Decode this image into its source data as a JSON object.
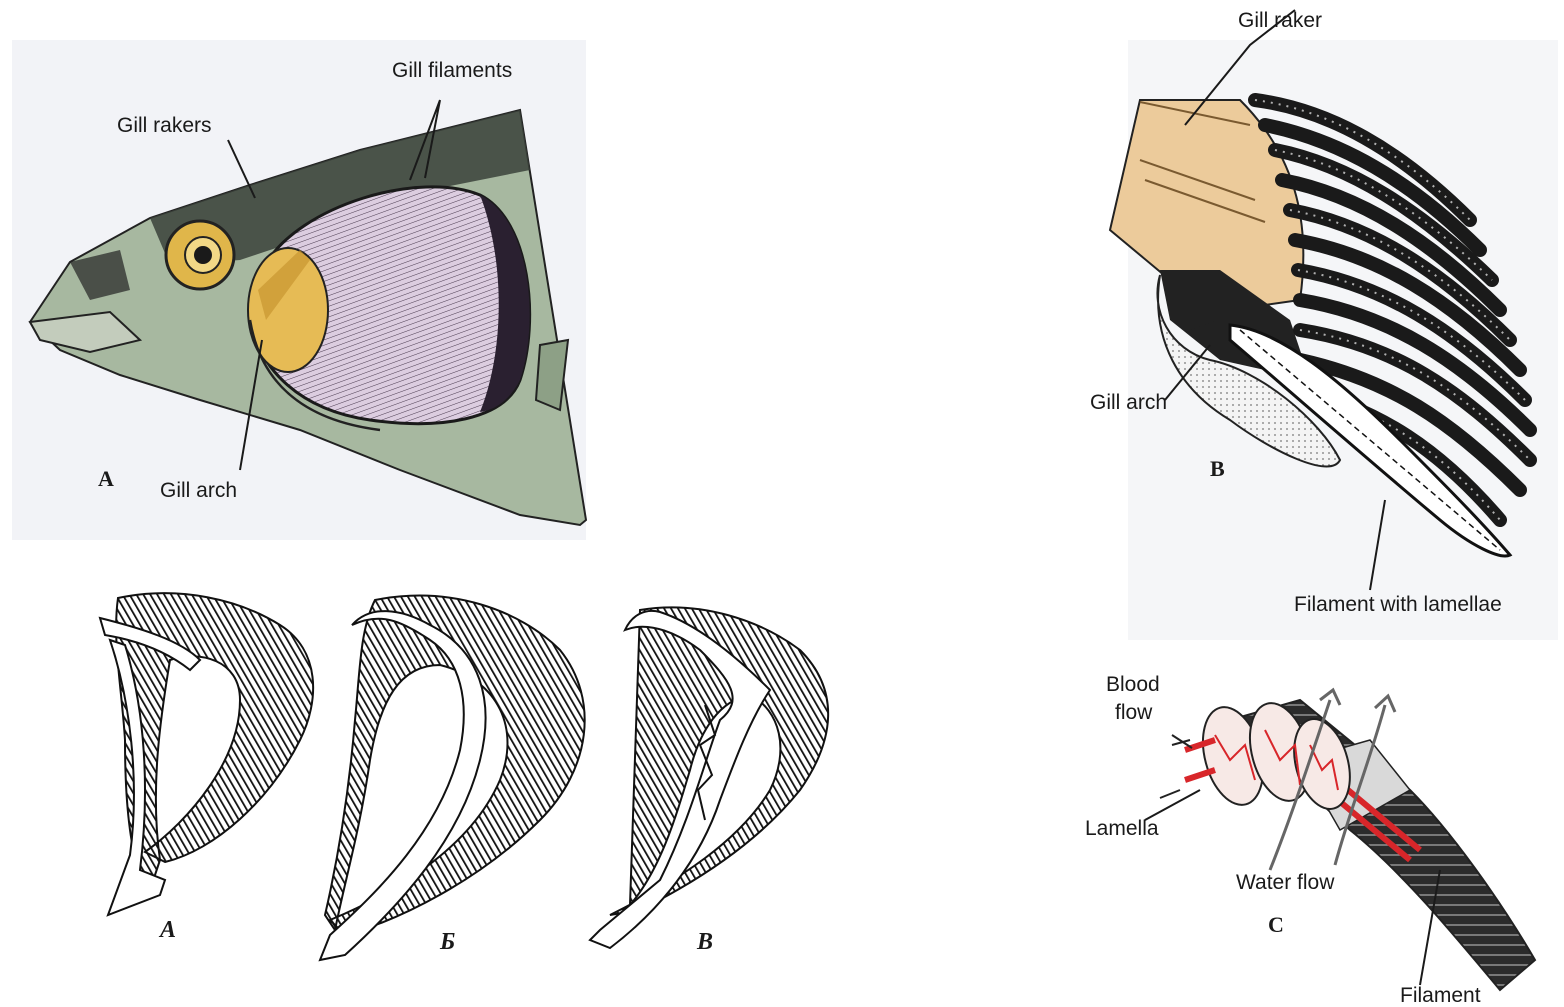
{
  "panel_fish_head": {
    "letter": "A",
    "labels": {
      "gill_filaments": "Gill filaments",
      "gill_rakers": "Gill rakers",
      "gill_arch": "Gill arch"
    }
  },
  "panel_gill_section": {
    "letter": "B",
    "labels": {
      "gill_raker": "Gill raker",
      "gill_arch": "Gill arch",
      "filament_with_lamellae": "Filament with lamellae"
    }
  },
  "panel_lamellae": {
    "letter": "C",
    "labels": {
      "blood_flow_1": "Blood",
      "blood_flow_2": "flow",
      "lamella": "Lamella",
      "water_flow": "Water flow",
      "filament": "Filament"
    }
  },
  "panel_arches": {
    "letters": [
      "A",
      "Б",
      "В"
    ]
  },
  "colors": {
    "fish_body": "#a7b8a0",
    "eye_iris": "#e0b64a",
    "gill_pink": "#dccde0",
    "arch_yellow": "#e6bb55",
    "raker_tan": "#eccb9b",
    "blood_red": "#d8262a",
    "ink": "#1a1a1a"
  }
}
